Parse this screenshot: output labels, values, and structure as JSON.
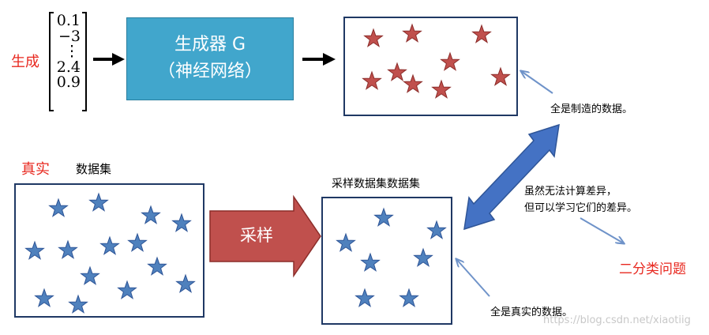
{
  "generation": {
    "label": "生成",
    "vector": [
      "0.1",
      "−3",
      "⋮",
      "2.4",
      "0.9"
    ],
    "generator_line1": "生成器 G",
    "generator_line2": "（神经网络）"
  },
  "real": {
    "label_red": "真实",
    "label_dataset": "数据集",
    "sample_arrow_label": "采样",
    "sampled_set_label": "采样数据集数据集"
  },
  "annotations": {
    "fake_note": "全是制造的数据。",
    "diff_line1": "虽然无法计算差异，",
    "diff_line2": "但可以学习它们的差异。",
    "real_note": "全是真实的数据。",
    "binary": "二分类问题"
  },
  "watermark": "https://blog.csdn.net/xiaotiig",
  "colors": {
    "red_text": "#e8281f",
    "generator_fill": "#41a6cc",
    "red_star": "#c0504d",
    "blue_star": "#4f81bd",
    "sample_arrow": "#c0504d",
    "double_arrow": "#4472c4",
    "thin_arrow": "#6f93c9"
  }
}
